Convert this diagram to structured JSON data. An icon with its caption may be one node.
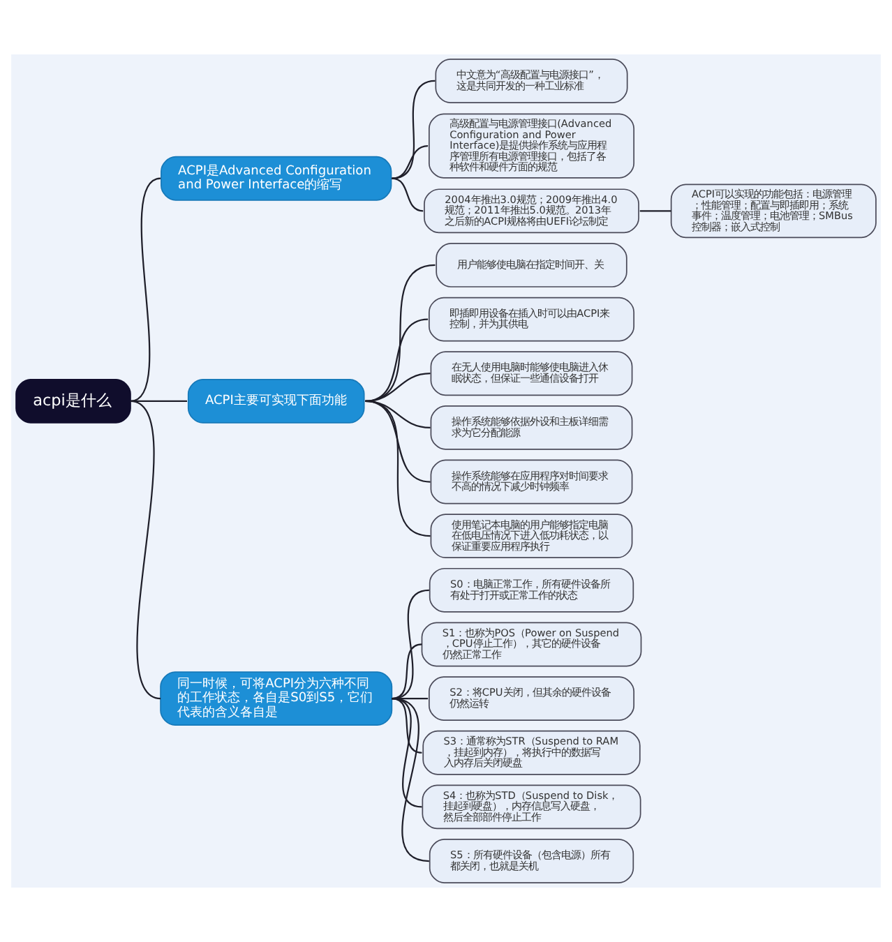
{
  "diagram": {
    "nodes": [
      {
        "text": [
          "acpi是什么"
        ]
      },
      {
        "text": [
          "ACPI是Advanced Configuration and Power Interface的缩写"
        ]
      },
      {
        "text": [
          "中文意为“高级配置与电源接口”，这是共同开发的一种工业标准"
        ]
      },
      {
        "text": [
          "高级配置与电源管理接口(Advanced Configuration and Power Interface)是提供操作系统与应用程序管理所有电源管理接口，包括了各种软件和硬件方面的规范"
        ]
      },
      {
        "text": [
          "2004年推出3.0规范；2009年推出4.0 规范；2011年推出5.0规范。2013年之后新的ACPI规格将由UEFI论坛制定"
        ]
      },
      {
        "text": [
          "ACPI可以实现的功能包括：电源管理；性能管理；配置与即插即用；系统事件；温度管理；电池管理；SMBus控制器；嵌入式控制"
        ]
      },
      {
        "text": [
          "ACPI主要可实现下面功能"
        ]
      },
      {
        "text": [
          "用户能够使电脑在指定时间开、关"
        ]
      },
      {
        "text": [
          "即插即用设备在插入时可以由ACPI来控制，并为其供电"
        ]
      },
      {
        "text": [
          "在无人使用电脑时能够使电脑进入休眠状态，但保证一些通信设备打开"
        ]
      },
      {
        "text": [
          "操作系统能够依据外设和主板详细需求为它分配能源"
        ]
      },
      {
        "text": [
          "操作系统能够在应用程序对时间要求不高的情况下减少时钟频率"
        ]
      },
      {
        "text": [
          "使用笔记本电脑的用户能够指定电脑在低电压情况下进入低功耗状态，以保证重要应用程序执行"
        ]
      },
      {
        "text": [
          "同一时候，可将ACPI分为六种不同的工作状态，各自是S0到S5，它们代表的含义各自是"
        ]
      },
      {
        "text": [
          "S0：电脑正常工作，所有硬件设备所有处于打开或正常工作的状态"
        ]
      },
      {
        "text": [
          "S1：也称为POS（Power on Suspend，CPU停止工作），其它的硬件设备仍然正常工作"
        ]
      },
      {
        "text": [
          "S2：将CPU关闭，但其余的硬件设备仍然运转"
        ]
      },
      {
        "text": [
          "S3：通常称为STR（Suspend to RAM，挂起到内存），将执行中的数据写入内存后关闭硬盘"
        ]
      },
      {
        "text": [
          "S4：也称为STD（Suspend to Disk，挂起到硬盘），内存信息写入硬盘，然后全部部件停止工作"
        ]
      },
      {
        "text": [
          "S5：所有硬件设备（包含电源）所有都关闭，也就是关机"
        ]
      }
    ],
    "edges": [
      {
        "from": 0,
        "to": 1,
        "arrow": "none"
      },
      {
        "from": 0,
        "to": 6,
        "arrow": "none"
      },
      {
        "from": 0,
        "to": 13,
        "arrow": "none"
      },
      {
        "from": 1,
        "to": 2,
        "arrow": "none"
      },
      {
        "from": 1,
        "to": 3,
        "arrow": "none"
      },
      {
        "from": 1,
        "to": 4,
        "arrow": "none"
      },
      {
        "from": 4,
        "to": 5,
        "arrow": "none"
      },
      {
        "from": 6,
        "to": 7,
        "arrow": "none"
      },
      {
        "from": 6,
        "to": 8,
        "arrow": "none"
      },
      {
        "from": 6,
        "to": 9,
        "arrow": "none"
      },
      {
        "from": 6,
        "to": 10,
        "arrow": "none"
      },
      {
        "from": 6,
        "to": 11,
        "arrow": "none"
      },
      {
        "from": 6,
        "to": 12,
        "arrow": "none"
      },
      {
        "from": 13,
        "to": 14,
        "arrow": "none"
      },
      {
        "from": 13,
        "to": 15,
        "arrow": "none"
      },
      {
        "from": 13,
        "to": 16,
        "arrow": "none"
      },
      {
        "from": 13,
        "to": 17,
        "arrow": "none"
      },
      {
        "from": 13,
        "to": 18,
        "arrow": "none"
      },
      {
        "from": 13,
        "to": 19,
        "arrow": "none"
      }
    ]
  }
}
